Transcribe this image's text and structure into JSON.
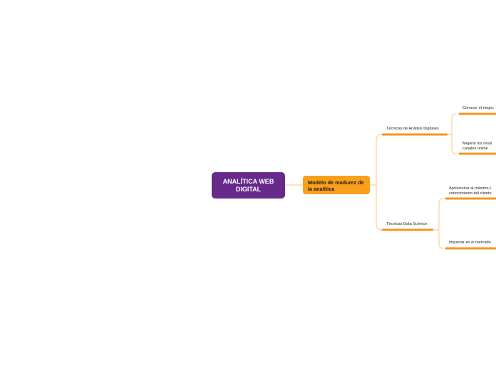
{
  "map": {
    "root": "ANALÍTICA WEB DIGITAL",
    "main": "Modelo de madurez de la analítica",
    "branches": [
      {
        "label": "Técnicas de Análisis Digitales",
        "children": [
          "Conocer el negoc",
          "Mejorar los resul canales online"
        ]
      },
      {
        "label": "Técnicas Data Science",
        "children": [
          "Aprovechar al máximo L conocimiento del cliente",
          "Impactar en el mercado"
        ]
      }
    ]
  },
  "colors": {
    "root": "#682a8a",
    "main": "#f9a01b",
    "lines": "#f9a01b",
    "underline": "#f7941d"
  }
}
